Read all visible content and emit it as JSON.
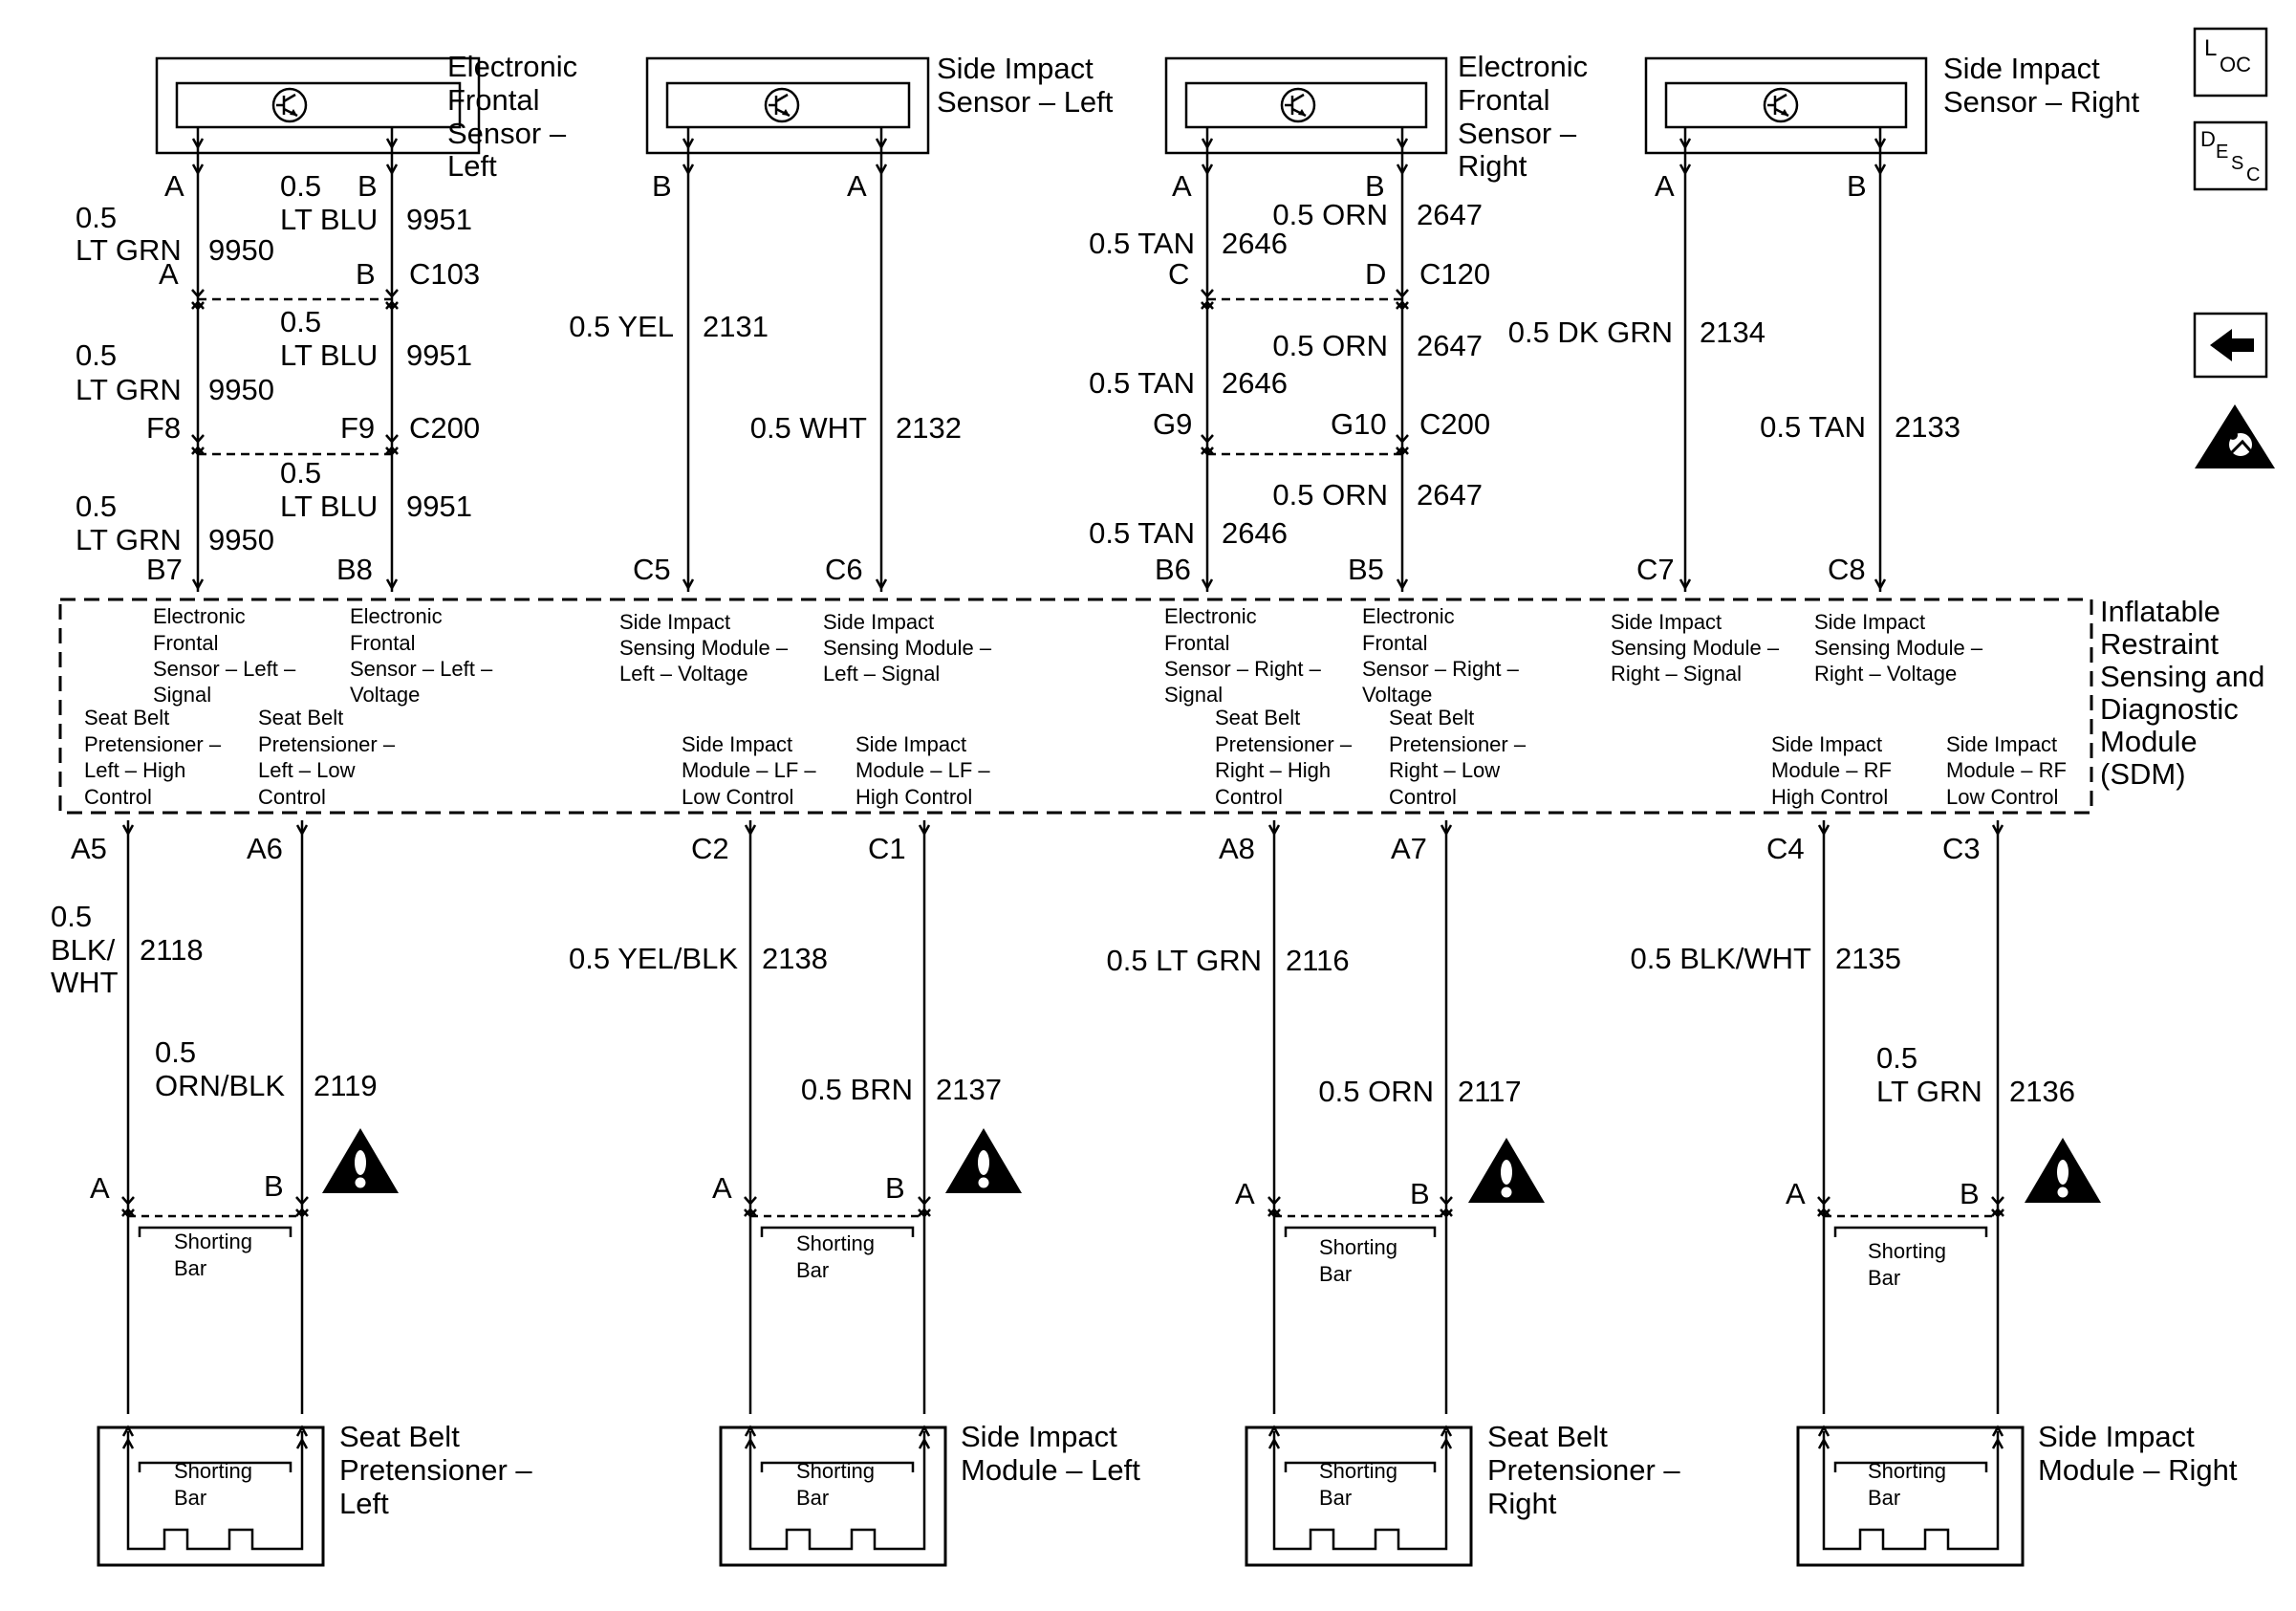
{
  "sensors": [
    {
      "id": "efs-left",
      "title": [
        "Electronic",
        "Frontal",
        "Sensor –",
        "Left"
      ],
      "pin_left": "A",
      "pin_right": "B"
    },
    {
      "id": "sis-left",
      "title": [
        "Side Impact",
        "Sensor – Left"
      ],
      "pin_left": "B",
      "pin_right": "A"
    },
    {
      "id": "efs-right",
      "title": [
        "Electronic",
        "Frontal",
        "Sensor –",
        "Right"
      ],
      "pin_left": "A",
      "pin_right": "B"
    },
    {
      "id": "sis-right",
      "title": [
        "Side Impact",
        "Sensor – Right"
      ],
      "pin_left": "A",
      "pin_right": "B"
    }
  ],
  "connector_ids": {
    "c103": "C103",
    "c200a": "C200",
    "c120": "C120",
    "c200b": "C200"
  },
  "connector_pins": {
    "c103_a": "A",
    "c103_b": "B",
    "c200a_f8": "F8",
    "c200a_f9": "F9",
    "c120_c": "C",
    "c120_d": "D",
    "c200b_g9": "G9",
    "c200b_g10": "G10"
  },
  "upper_wires": {
    "efsl_a": {
      "size": "0.5",
      "color": "LT GRN",
      "circuit": "9950"
    },
    "efsl_b": {
      "size": "0.5",
      "color": "LT BLU",
      "circuit": "9951"
    },
    "sisl_b": {
      "label": "0.5 YEL",
      "circuit": "2131"
    },
    "sisl_a": {
      "label": "0.5 WHT",
      "circuit": "2132"
    },
    "efsr_a": {
      "label": "0.5 TAN",
      "circuit": "2646"
    },
    "efsr_b": {
      "label": "0.5 ORN",
      "circuit": "2647"
    },
    "sisr_a": {
      "label": "0.5 DK GRN",
      "circuit": "2134"
    },
    "sisr_b": {
      "label": "0.5 TAN",
      "circuit": "2133"
    }
  },
  "sdm": {
    "title": [
      "Inflatable",
      "Restraint",
      "Sensing and",
      "Diagnostic",
      "Module",
      "(SDM)"
    ],
    "top_pins": {
      "b7": "B7",
      "b8": "B8",
      "c5": "C5",
      "c6": "C6",
      "b6": "B6",
      "b5": "B5",
      "c7": "C7",
      "c8": "C8"
    },
    "bottom_pins": {
      "a5": "A5",
      "a6": "A6",
      "c2": "C2",
      "c1": "C1",
      "a8": "A8",
      "a7": "A7",
      "c4": "C4",
      "c3": "C3"
    },
    "labels": {
      "b7": [
        "Electronic",
        "Frontal",
        "Sensor – Left –",
        "Signal"
      ],
      "b8": [
        "Electronic",
        "Frontal",
        "Sensor – Left –",
        "Voltage"
      ],
      "c5": [
        "Side Impact",
        "Sensing Module –",
        "Left – Voltage"
      ],
      "c6": [
        "Side Impact",
        "Sensing Module –",
        "Left – Signal"
      ],
      "b6": [
        "Electronic",
        "Frontal",
        "Sensor – Right –",
        "Signal"
      ],
      "b5": [
        "Electronic",
        "Frontal",
        "Sensor – Right –",
        "Voltage"
      ],
      "c7": [
        "Side Impact",
        "Sensing Module –",
        "Right – Signal"
      ],
      "c8": [
        "Side Impact",
        "Sensing Module –",
        "Right – Voltage"
      ],
      "a5": [
        "Seat Belt",
        "Pretensioner –",
        "Left – High",
        "Control"
      ],
      "a6": [
        "Seat Belt",
        "Pretensioner –",
        "Left – Low",
        "Control"
      ],
      "c2": [
        "Side Impact",
        "Module – LF –",
        "Low Control"
      ],
      "c1": [
        "Side Impact",
        "Module – LF –",
        "High Control"
      ],
      "a8": [
        "Seat Belt",
        "Pretensioner –",
        "Right – High",
        "Control"
      ],
      "a7": [
        "Seat Belt",
        "Pretensioner –",
        "Right – Low",
        "Control"
      ],
      "c4": [
        "Side Impact",
        "Module – RF",
        "High Control"
      ],
      "c3": [
        "Side Impact",
        "Module – RF",
        "Low Control"
      ]
    }
  },
  "lower_wires": {
    "a5": {
      "size": "0.5",
      "color": [
        "BLK/",
        "WHT"
      ],
      "circuit": "2118"
    },
    "a6": {
      "size": "0.5",
      "color": "ORN/BLK",
      "circuit": "2119"
    },
    "c2": {
      "label": "0.5 YEL/BLK",
      "circuit": "2138"
    },
    "c1": {
      "label": "0.5 BRN",
      "circuit": "2137"
    },
    "a8": {
      "label": "0.5 LT GRN",
      "circuit": "2116"
    },
    "a7": {
      "label": "0.5 ORN",
      "circuit": "2117"
    },
    "c4": {
      "label": "0.5 BLK/WHT",
      "circuit": "2135"
    },
    "c3": {
      "size": "0.5",
      "color": "LT GRN",
      "circuit": "2136"
    }
  },
  "devices": [
    {
      "id": "sbp-left",
      "title": [
        "Seat Belt",
        "Pretensioner –",
        "Left"
      ],
      "pin_left": "A",
      "pin_right": "B"
    },
    {
      "id": "sim-left",
      "title": [
        "Side Impact",
        "Module – Left"
      ],
      "pin_left": "A",
      "pin_right": "B"
    },
    {
      "id": "sbp-right",
      "title": [
        "Seat Belt",
        "Pretensioner –",
        "Right"
      ],
      "pin_left": "A",
      "pin_right": "B"
    },
    {
      "id": "sim-right",
      "title": [
        "Side Impact",
        "Module – Right"
      ],
      "pin_left": "A",
      "pin_right": "B"
    }
  ],
  "shorting_bar": [
    "Shorting",
    "Bar"
  ],
  "nav": {
    "loc": {
      "big": "L",
      "small": "OC"
    },
    "desc": {
      "big": "D",
      "small1": "E",
      "small2": "S",
      "small3": "C"
    }
  }
}
